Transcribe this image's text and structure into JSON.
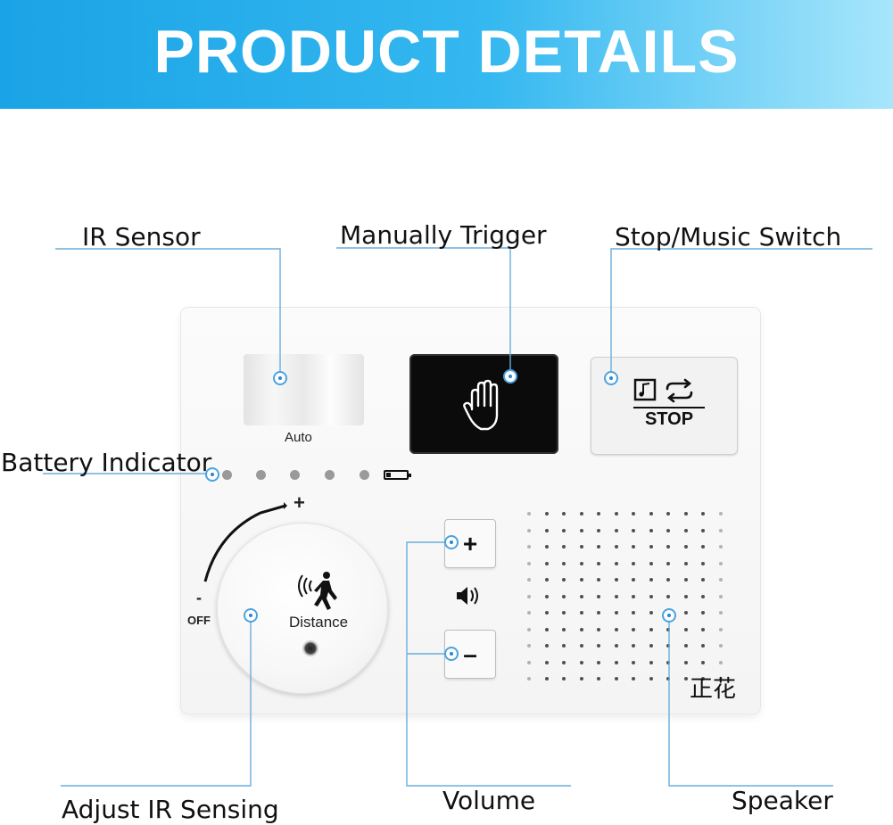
{
  "banner": {
    "title": "PRODUCT DETAILS",
    "color_start": "#1aa3e6",
    "color_end": "#a7e6fb"
  },
  "callouts": {
    "ir_sensor": "IR Sensor",
    "manual_trigger": "Manually Trigger",
    "stop_music_switch": "Stop/Music Switch",
    "battery_indicator": "Battery Indicator",
    "adjust_ir_sensing": "Adjust IR Sensing",
    "volume": "Volume",
    "speaker": "Speaker"
  },
  "device": {
    "auto_label": "Auto",
    "stop_label": "STOP",
    "knob_plus": "+",
    "knob_minus": "-",
    "off_label": "OFF",
    "distance_label": "Distance",
    "volume_plus": "+",
    "volume_minus": "–",
    "brand": "正花",
    "battery_led_count": 5,
    "icons": [
      "hand-icon",
      "music-note-icon",
      "repeat-icon",
      "battery-icon",
      "walking-person-icon",
      "speaker-volume-icon"
    ]
  },
  "colors": {
    "leader_line": "#6aaedc",
    "marker": "#2a86d0"
  }
}
